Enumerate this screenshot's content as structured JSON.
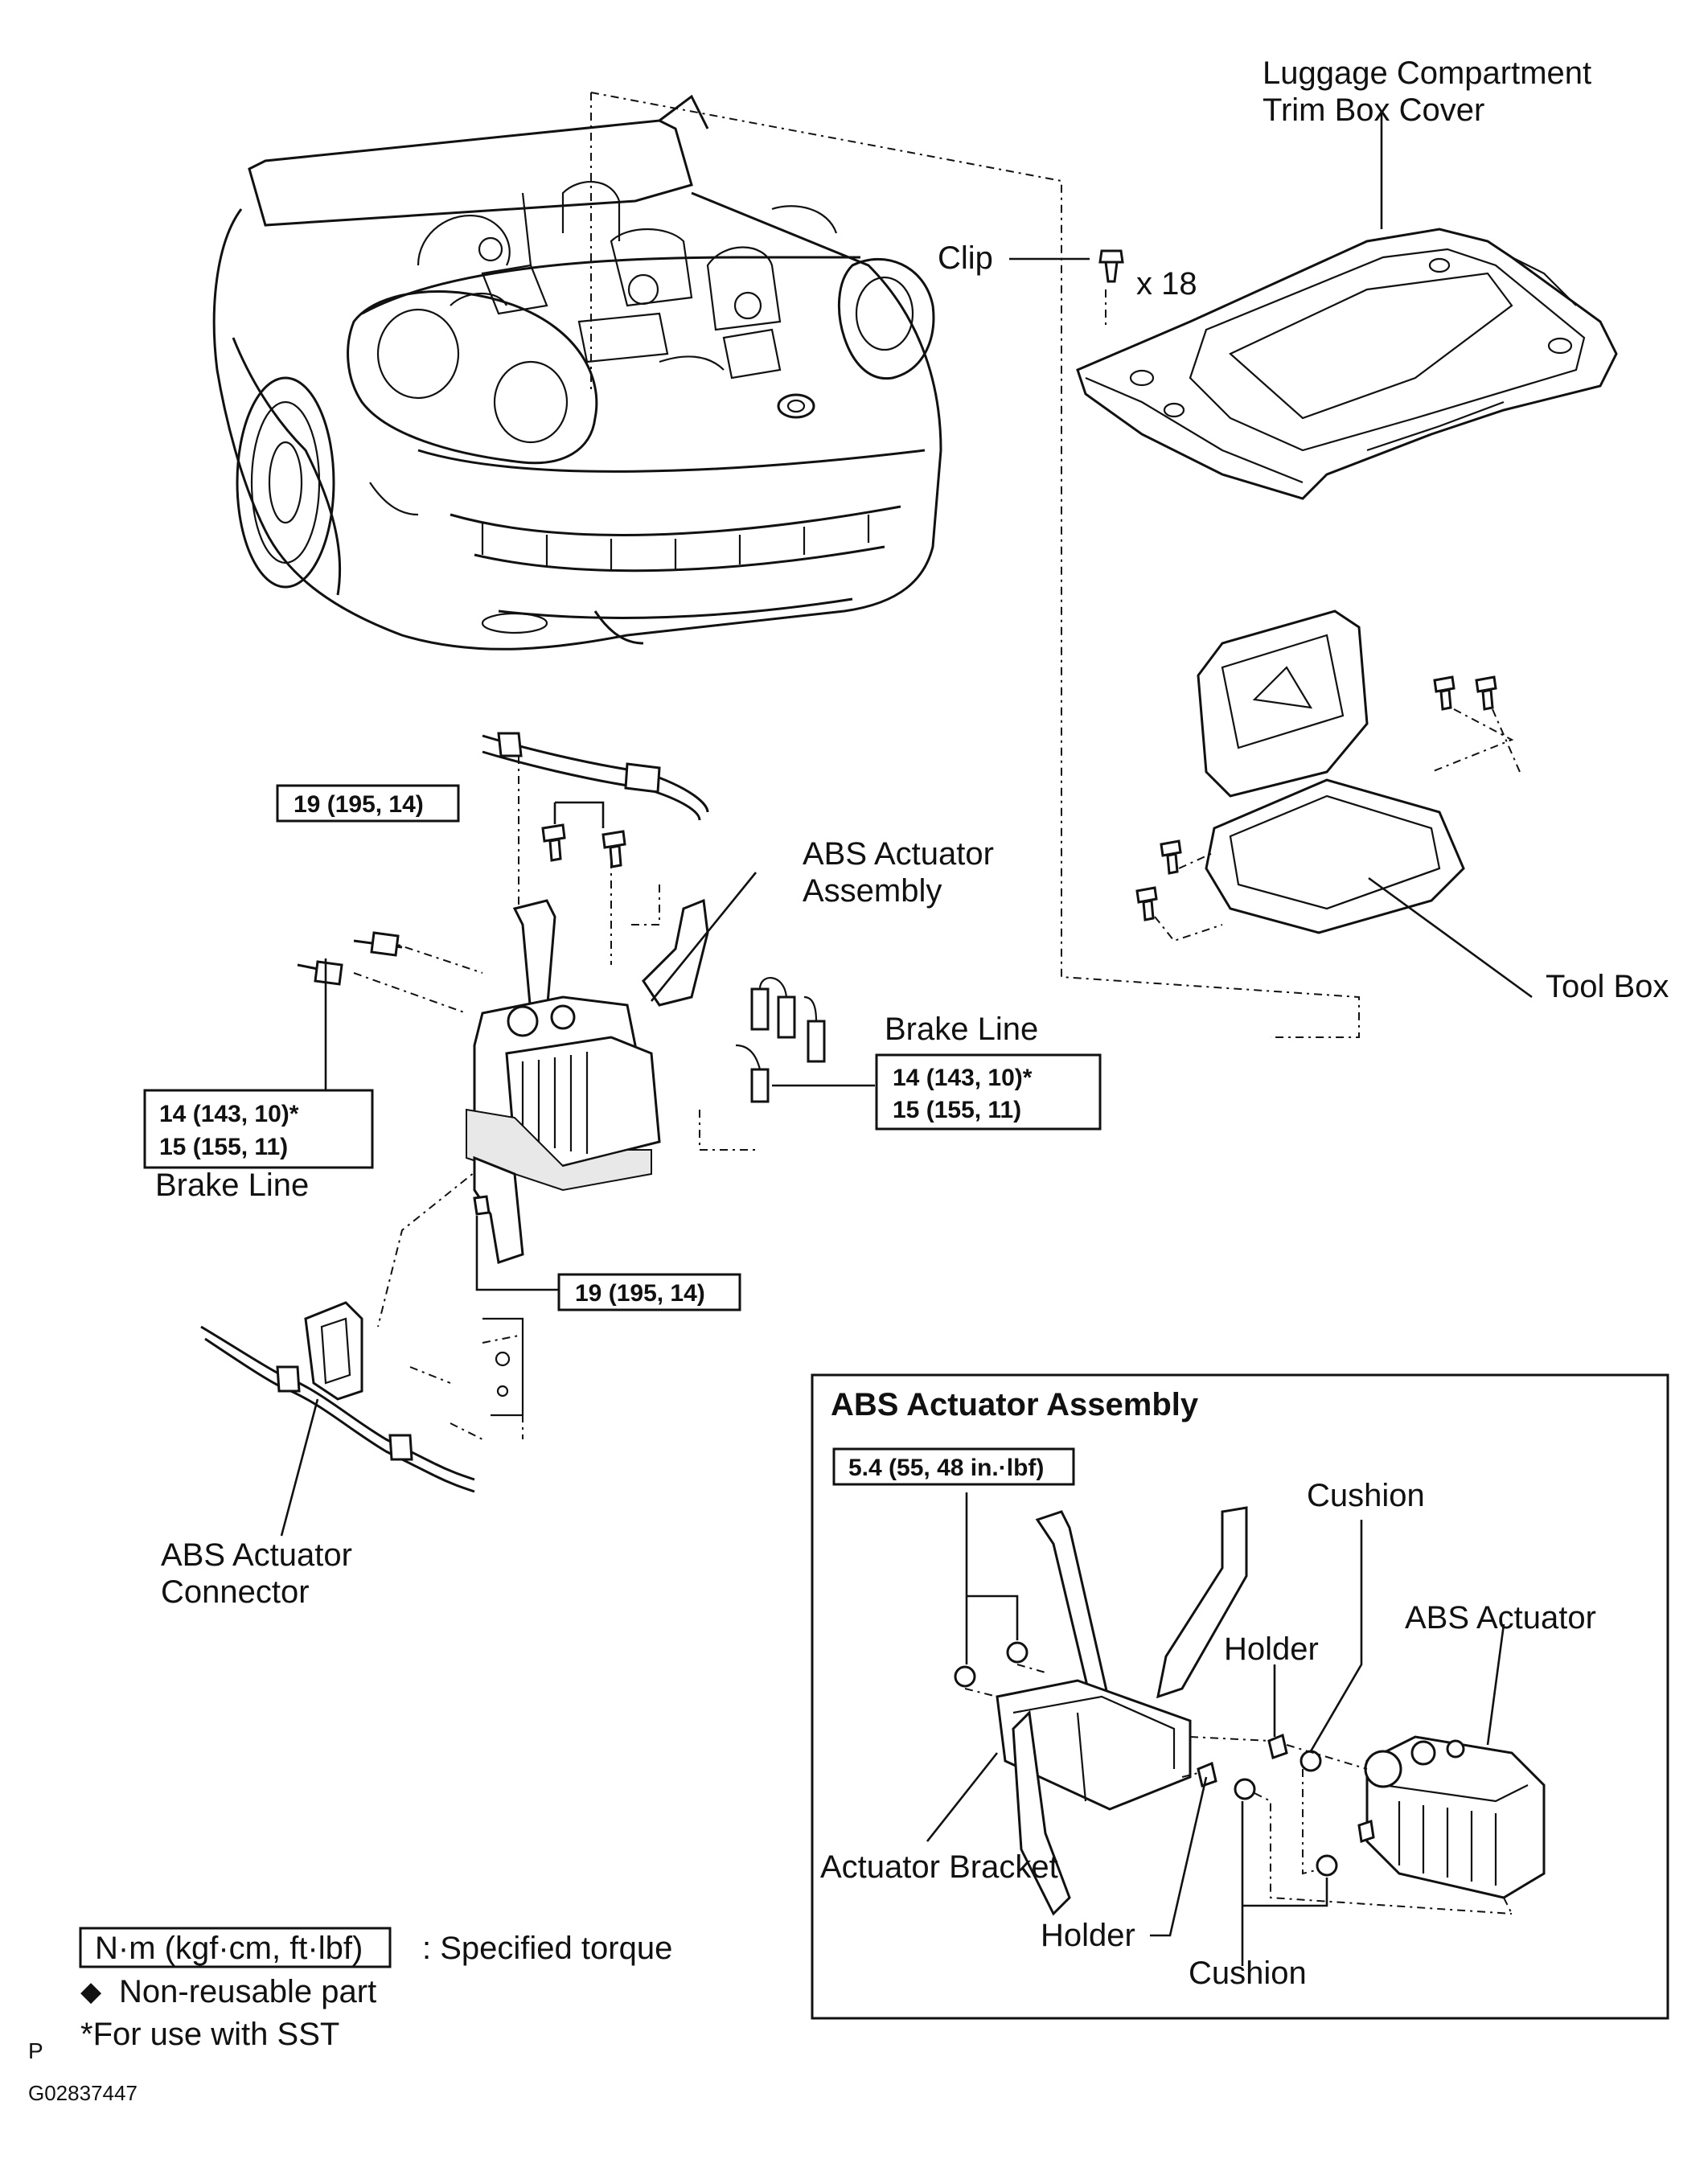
{
  "labels": {
    "luggage_cover_line1": "Luggage Compartment",
    "luggage_cover_line2": "Trim Box Cover",
    "clip": "Clip",
    "clip_qty": "x 18",
    "tool_box": "Tool Box",
    "abs_assembly_line1": "ABS Actuator",
    "abs_assembly_line2": "Assembly",
    "brake_line_right": "Brake Line",
    "brake_line_left": "Brake Line",
    "abs_connector_line1": "ABS Actuator",
    "abs_connector_line2": "Connector"
  },
  "torque": {
    "bolts_top": "19 (195, 14)",
    "bolt_lower": "19 (195, 14)",
    "brake_left_line1": "14 (143, 10)*",
    "brake_left_line2": "15 (155, 11)",
    "brake_right_line1": "14 (143, 10)*",
    "brake_right_line2": "15 (155, 11)"
  },
  "inset": {
    "title": "ABS Actuator Assembly",
    "torque": "5.4 (55, 48 in.·lbf)",
    "cushion_top": "Cushion",
    "abs_actuator": "ABS Actuator",
    "holder_top": "Holder",
    "actuator_bracket": "Actuator Bracket",
    "holder_bottom": "Holder",
    "cushion_bottom": "Cushion"
  },
  "legend": {
    "torque_unit": "N·m (kgf·cm, ft·lbf)",
    "torque_desc": ": Specified torque",
    "nonreusable_symbol": "◆",
    "nonreusable": "Non-reusable part",
    "sst": "*For use with SST"
  },
  "footer": {
    "page_mark": "P",
    "figure_id": "G02837447"
  }
}
